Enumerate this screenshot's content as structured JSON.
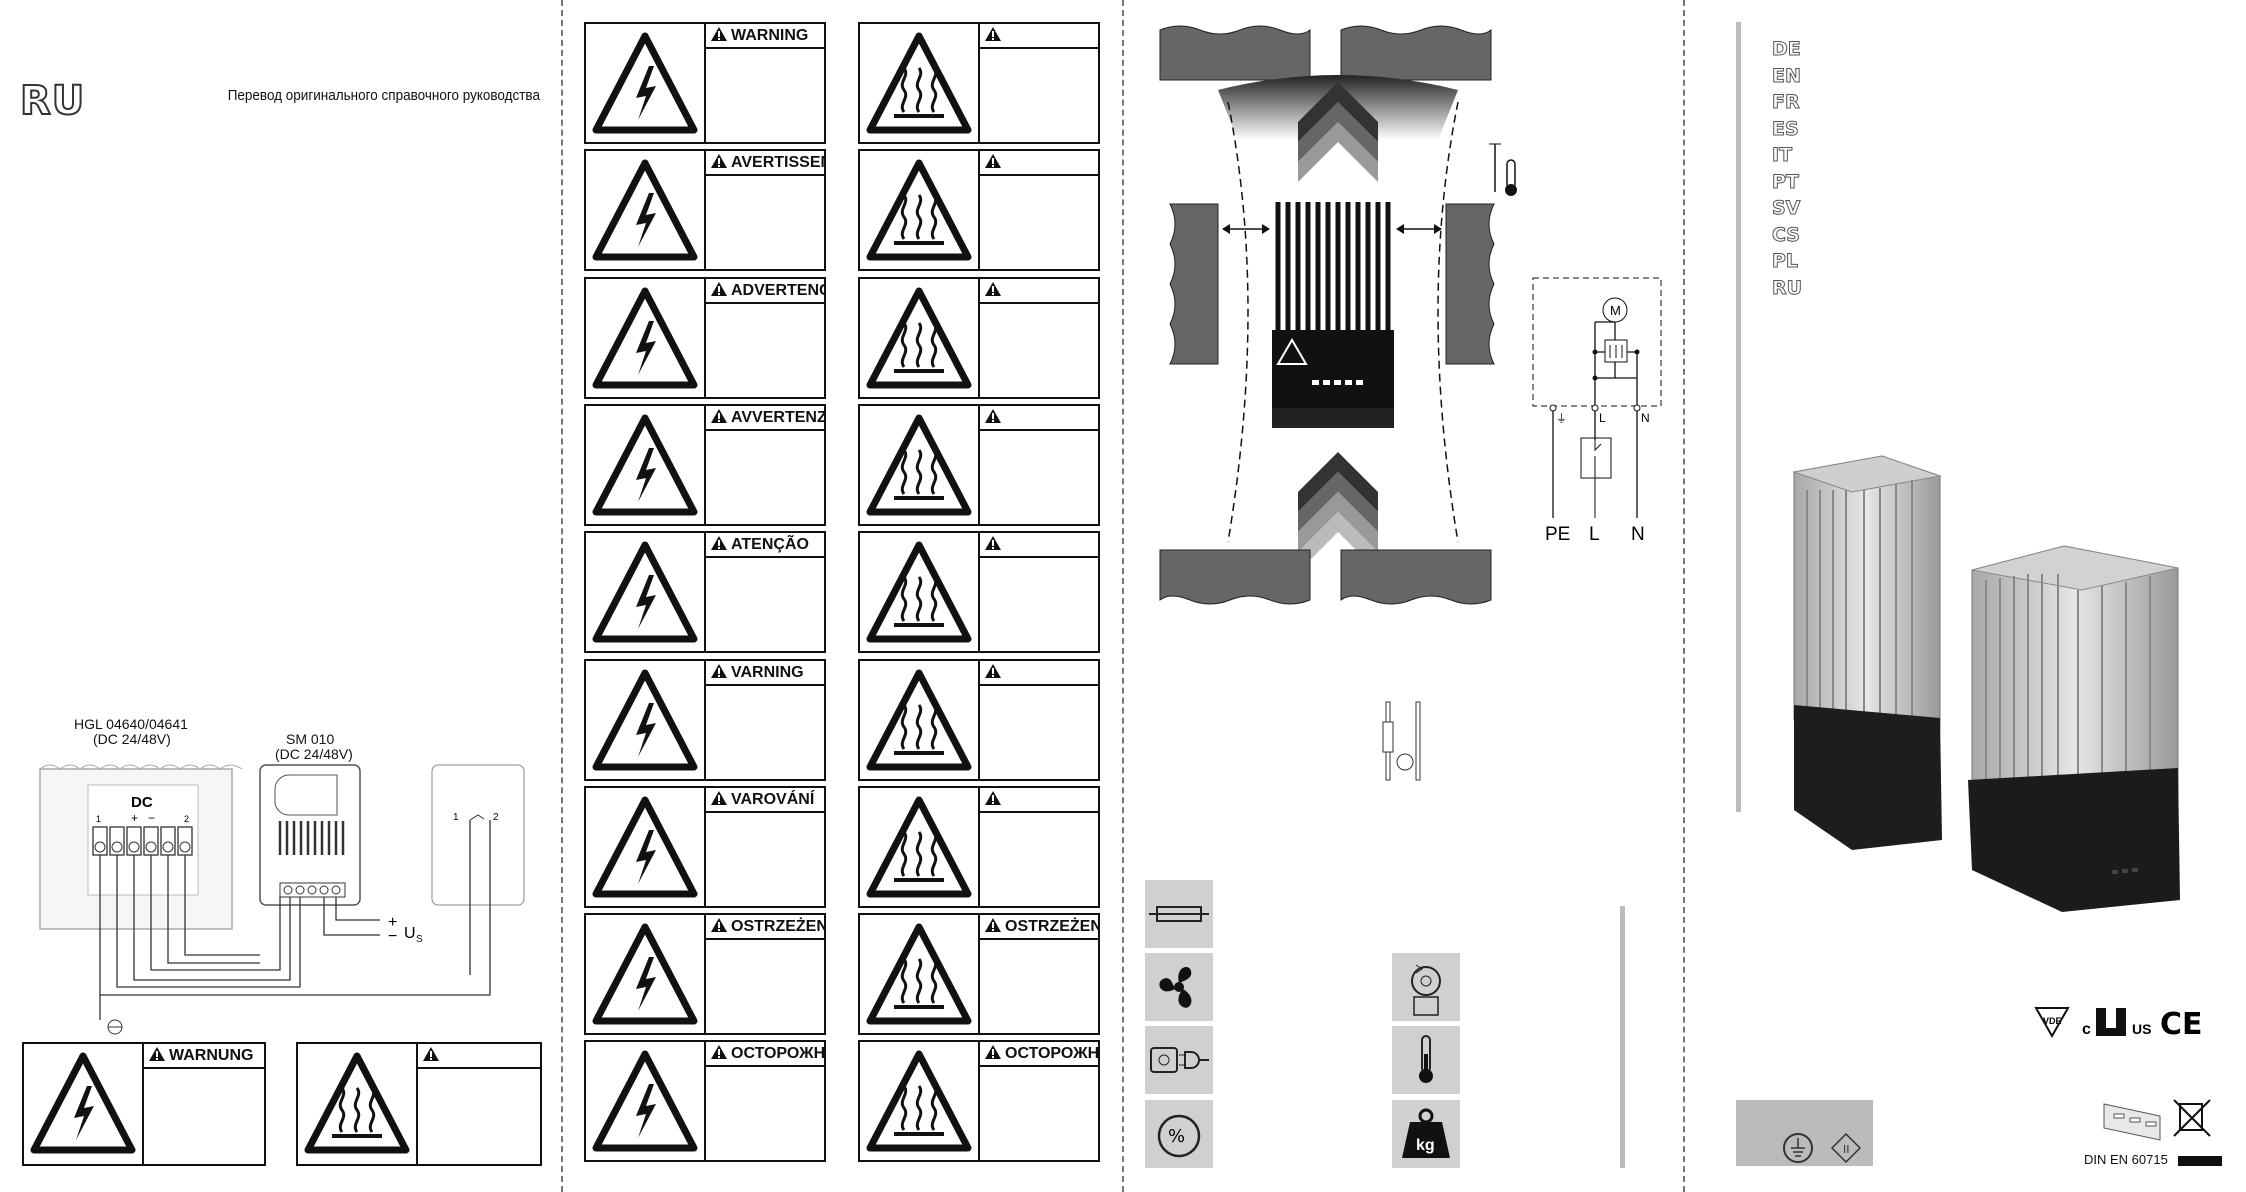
{
  "panel1": {
    "lang_code": "RU",
    "subtitle": "Перевод оригинального справочного руководства",
    "wiring": {
      "heater_label_line1": "HGL 04640/04641",
      "heater_label_line2": "(DC 24/48V)",
      "thermostat_label_line1": "SM 010",
      "thermostat_label_line2": "(DC 24/48V)",
      "terminal_dc": "DC",
      "terminal_1": "1",
      "terminal_2": "2",
      "terminal_plus": "+",
      "terminal_minus": "−",
      "us_plus": "+",
      "us_minus": "−",
      "us_label": "U",
      "us_sub": "S",
      "switch_1": "1",
      "switch_2": "2"
    },
    "warnings": [
      {
        "title": "WARNUNG",
        "icon": "electric-hazard-icon"
      },
      {
        "title": "",
        "icon": "hot-surface-icon"
      }
    ]
  },
  "panel2": {
    "electric_warnings": [
      "WARNING",
      "AVERTISSEMENT",
      "ADVERTENCIA",
      "AVVERTENZA",
      "ATENÇÃO",
      "VARNING",
      "VAROVÁNÍ",
      "OSTRZEŻENIE",
      "ОСТОРОЖНО"
    ],
    "hot_warnings": [
      "",
      "",
      "",
      "",
      "",
      "",
      "",
      "OSTRZEŻENIE",
      "ОСТОРОЖНО"
    ]
  },
  "panel3": {
    "circuit_labels": {
      "pe": "PE",
      "l": "L",
      "n": "N",
      "motor": "M",
      "top_l": "L",
      "top_n": "N",
      "top_pe": "⏚"
    },
    "icons_left": [
      "fuse-icon",
      "fan-icon",
      "plug-connection-icon",
      "humidity-icon"
    ],
    "icons_right": [
      "rotation-speed-icon",
      "thermometer-icon",
      "weight-kg-icon"
    ],
    "weight_label": "kg",
    "humidity_label": "%"
  },
  "panel4": {
    "languages": [
      "DE",
      "EN",
      "FR",
      "ES",
      "IT",
      "PT",
      "SV",
      "CS",
      "PL",
      "RU"
    ],
    "cert_c": "c",
    "cert_us": "US",
    "cert_ce": "CE",
    "cert_vde": "VDE",
    "din_label": "DIN EN 60715"
  }
}
